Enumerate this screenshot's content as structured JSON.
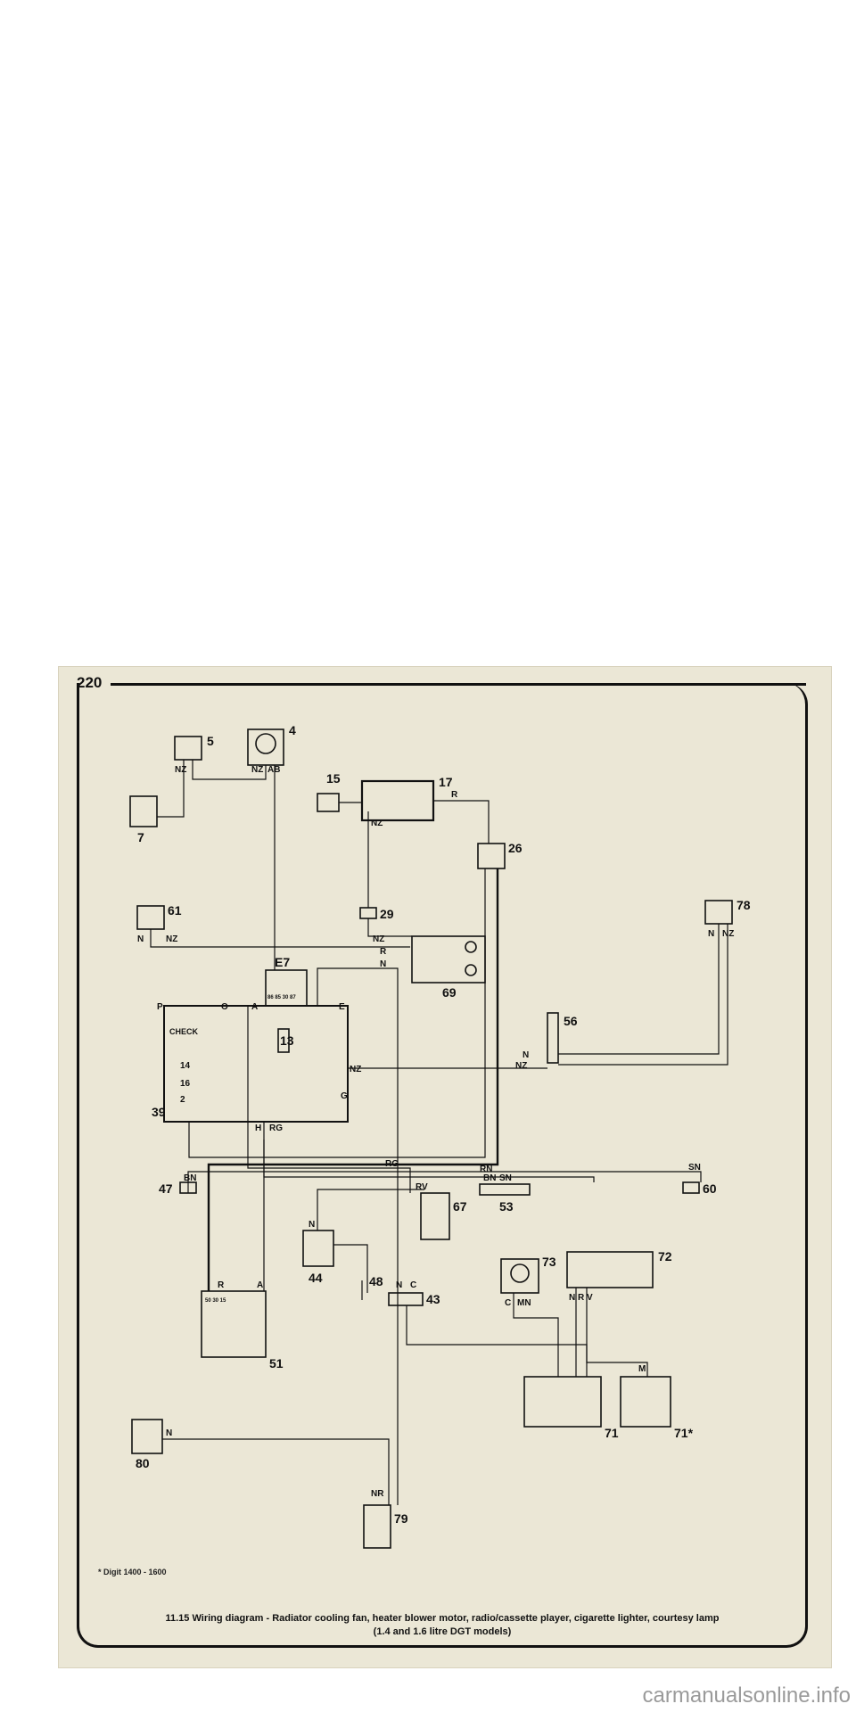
{
  "page_number": "220",
  "check_label": "CHECK",
  "components": [
    "4",
    "5",
    "7",
    "13",
    "15",
    "17",
    "26",
    "29",
    "39",
    "43",
    "44",
    "47",
    "48",
    "51",
    "53",
    "56",
    "60",
    "61",
    "67",
    "69",
    "71",
    "71*",
    "72",
    "73",
    "78",
    "79",
    "80"
  ],
  "relay_labels": {
    "e7": "E7",
    "e7_pins": "86 85 30 87",
    "r51_pins": "50 30 15"
  },
  "fuse_labels": [
    "14",
    "16",
    "2"
  ],
  "connector_letters": [
    "P",
    "O",
    "A",
    "E",
    "G",
    "H"
  ],
  "wire_colors": [
    "N",
    "NZ",
    "AB",
    "R",
    "RG",
    "RV",
    "BN",
    "SN",
    "RN",
    "C",
    "MN",
    "A",
    "NR",
    "V",
    "M"
  ],
  "footnote": "Digit 1400 - 1600",
  "caption_line1": "11.15 Wiring diagram - Radiator cooling fan, heater blower motor, radio/cassette player, cigarette lighter, courtesy lamp",
  "caption_line2": "(1.4 and 1.6 litre DGT models)",
  "watermark": "carmanualsonline.info"
}
